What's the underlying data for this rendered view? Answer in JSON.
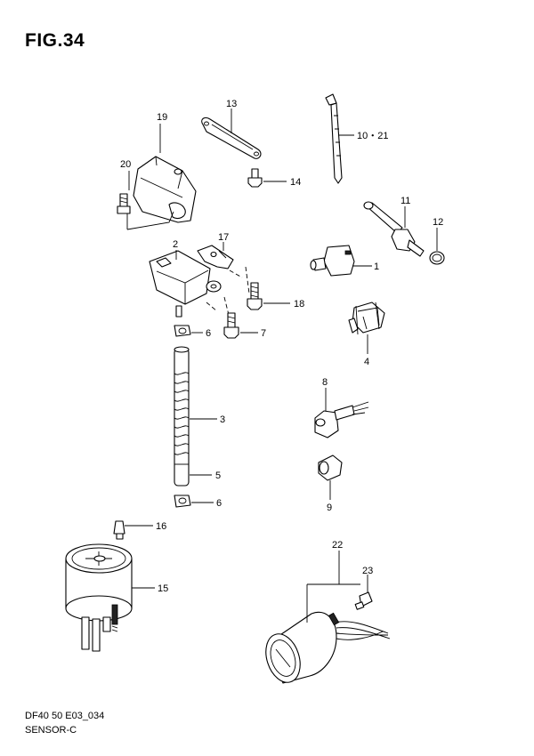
{
  "figure": {
    "title": "FIG.34",
    "footer_code": "DF40 50 E03_034",
    "footer_name": "SENSOR-C"
  },
  "callouts": {
    "c1": "1",
    "c2": "2",
    "c3": "3",
    "c4": "4",
    "c5": "5",
    "c6a": "6",
    "c6b": "6",
    "c7": "7",
    "c8": "8",
    "c9": "9",
    "c10": "10・21",
    "c11": "11",
    "c12": "12",
    "c13": "13",
    "c14": "14",
    "c15": "15",
    "c16": "16",
    "c17": "17",
    "c18": "18",
    "c19": "19",
    "c20": "20",
    "c22": "22",
    "c23": "23"
  }
}
